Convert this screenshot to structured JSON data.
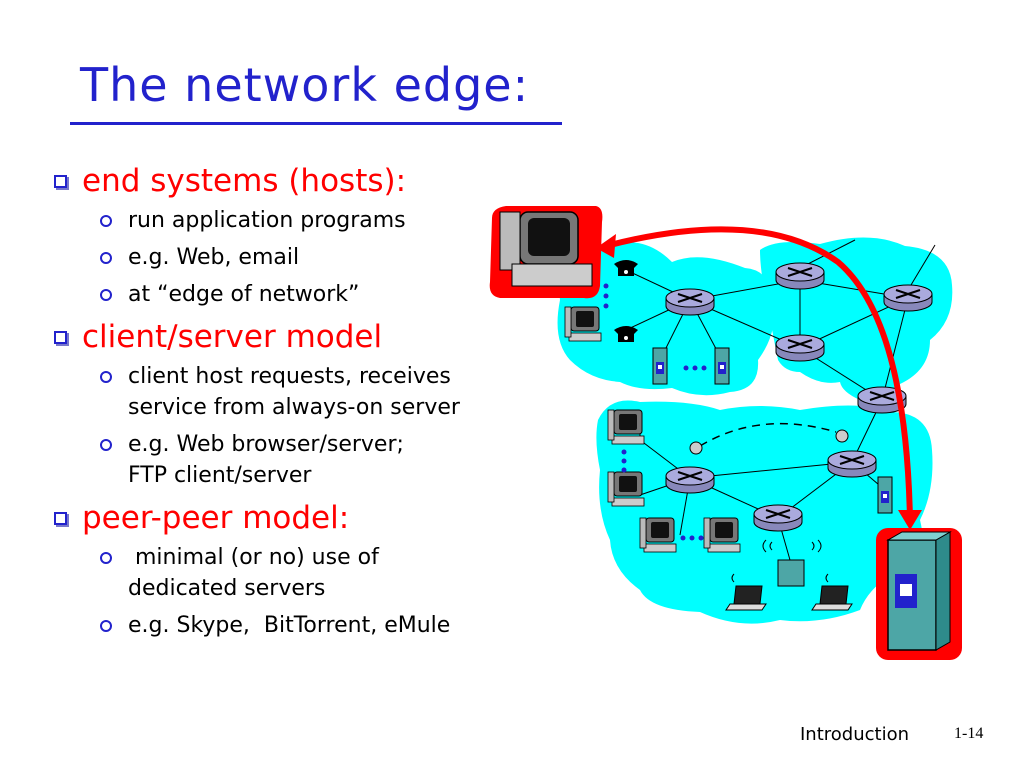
{
  "slide": {
    "title": "The network edge:",
    "bullets": [
      {
        "text": "end systems (hosts):",
        "sub": [
          {
            "lines": [
              "run application programs"
            ]
          },
          {
            "lines": [
              "e.g. Web, email"
            ]
          },
          {
            "lines": [
              "at “edge of network”"
            ]
          }
        ]
      },
      {
        "text": "client/server model",
        "sub": [
          {
            "lines": [
              "client host requests, receives",
              "service from always-on server"
            ]
          },
          {
            "lines": [
              "e.g. Web browser/server;",
              "FTP client/server"
            ]
          }
        ]
      },
      {
        "text": "peer-peer model:",
        "sub": [
          {
            "lines": [
              " minimal (or no) use of",
              "dedicated servers"
            ]
          },
          {
            "lines": [
              "e.g. Skype,  BitTorrent, eMule"
            ]
          }
        ]
      }
    ],
    "footer": {
      "section": "Introduction",
      "page": "1-14"
    }
  },
  "colors": {
    "title": "#2222cc",
    "level1": "#ff0000",
    "level2": "#000000",
    "cloud": "#00ffff",
    "highlight": "#ff0000",
    "router": "#aaaadd"
  },
  "icons": {
    "level1_bullet": "square-bullet-icon",
    "level2_bullet": "ring-bullet-icon"
  }
}
